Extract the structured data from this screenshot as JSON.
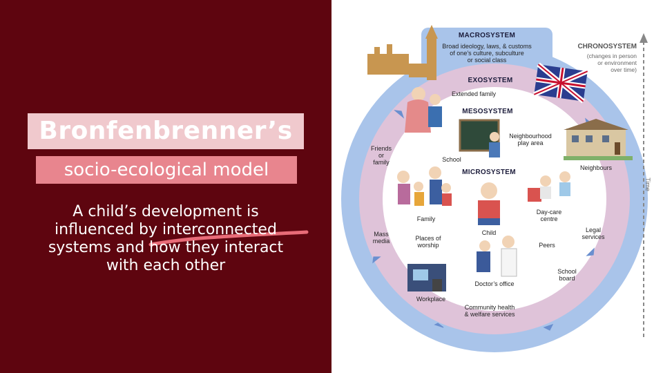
{
  "slide": {
    "title": "Bronfenbrenner’s",
    "subtitle": "socio-ecological model",
    "description_lines": [
      "A child’s development is",
      "influenced by interconnected",
      "systems and how they interact",
      "with each other"
    ]
  },
  "diagram": {
    "macrosystem": {
      "title": "MACROSYSTEM",
      "description": "Broad ideology, laws, & customs\nof one’s culture, subculture\nor social class"
    },
    "exosystem": {
      "title": "EXOSYSTEM"
    },
    "mesosystem": {
      "title": "MESOSYSTEM"
    },
    "microsystem": {
      "title": "MICROSYSTEM"
    },
    "chronosystem": {
      "title": "CHRONOSYSTEM",
      "description": "(changes in person\nor environment\nover time)",
      "axis_label": "Time"
    },
    "labels": {
      "extended_family": "Extended family",
      "neighbourhood": "Neighbourhood\nplay area",
      "school": "School",
      "friends": "Friends\nor\nfamily",
      "neighbours": "Neighbours",
      "family": "Family",
      "child": "Child",
      "day_care": "Day-care\ncentre",
      "mass_media": "Mass\nmedia",
      "places_of_worship": "Places of\nworship",
      "peers": "Peers",
      "legal_services": "Legal\nservices",
      "school_board": "School\nboard",
      "workplace": "Workplace",
      "doctors_office": "Doctor’s office",
      "community_health": "Community health\n& welfare services"
    }
  },
  "colors": {
    "panel_bg": "#5e050f",
    "title_highlight": "#f0c9cd",
    "subtitle_highlight": "#e8858e",
    "macro_blue": "#a9c4ea",
    "exo_pink": "#dfc3d9",
    "micro_white": "#ffffff"
  }
}
